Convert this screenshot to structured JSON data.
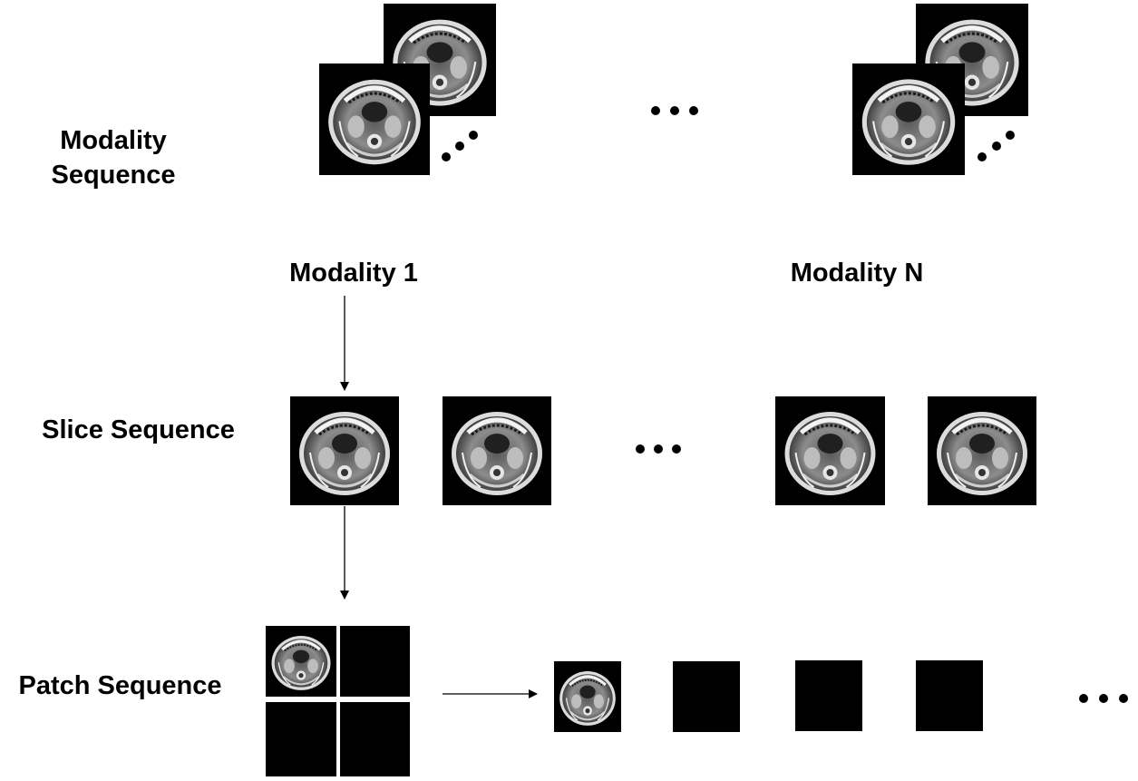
{
  "labels": {
    "modality_sequence_line1": "Modality",
    "modality_sequence_line2": "Sequence",
    "modality_1": "Modality 1",
    "modality_n": "Modality N",
    "slice_sequence": "Slice Sequence",
    "patch_sequence": "Patch Sequence"
  },
  "colors": {
    "background": "#ffffff",
    "foreground": "#000000",
    "scan_background": "#000000"
  },
  "icons": [
    "mri-scan-image",
    "ellipsis-dots",
    "down-arrow",
    "right-arrow"
  ]
}
